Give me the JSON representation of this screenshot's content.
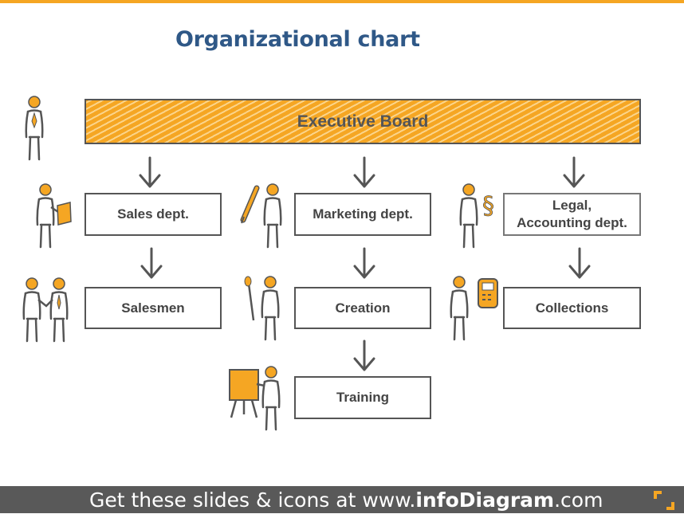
{
  "title": "Organizational chart",
  "boxes": {
    "executive": "Executive Board",
    "sales": "Sales dept.",
    "marketing": "Marketing dept.",
    "legal": "Legal,\nAccounting dept.",
    "salesmen": "Salesmen",
    "creation": "Creation",
    "collections": "Collections",
    "training": "Training"
  },
  "footer": {
    "prefix": "Get these slides & icons at www.",
    "brand": "infoDiagram",
    "suffix": ".com"
  },
  "colors": {
    "accent": "#f5a623",
    "title": "#2f5887",
    "box_border": "#555555",
    "footer_bg": "#595959"
  }
}
